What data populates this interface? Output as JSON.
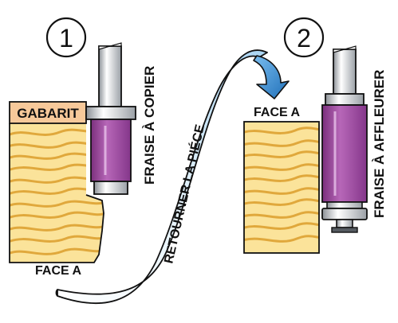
{
  "steps": [
    {
      "number": "1",
      "tool_label": "FRAISE À COPIER"
    },
    {
      "number": "2",
      "tool_label": "FRAISE À AFFLEURER"
    }
  ],
  "labels": {
    "template": "GABARIT",
    "face_a_bottom": "FACE A",
    "face_a_top": "FACE A",
    "flip_instruction": "RETOURNER LA PIÉCE"
  },
  "colors": {
    "wood_light": "#fbe39a",
    "wood_grain": "#e0a83c",
    "template_fill": "#f7c99a",
    "bit_purple": "#a24fa3",
    "shank_silver": "#c8ccd0",
    "arrow_blue": "#2f8fd8",
    "ribbon_blue": "#cfe7f7",
    "outline": "#111111"
  },
  "icons": [
    "router-bit-icon",
    "bearing-icon",
    "curved-arrow-icon"
  ]
}
